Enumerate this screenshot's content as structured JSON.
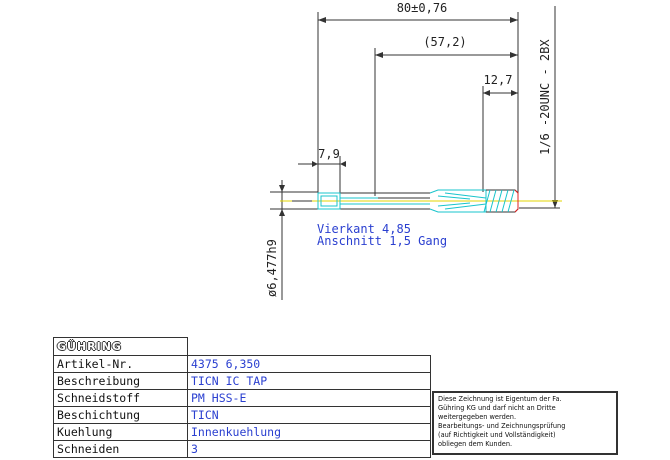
{
  "drawing": {
    "dimensions": {
      "overall_length": "80±0,76",
      "reference_length": "(57,2)",
      "thread_length": "12,7",
      "square_length": "7,9",
      "shank_diameter": "ø6,477h9",
      "thread_spec": "1/6  -20UNC - 2BX"
    },
    "notes": [
      "Vierkant 4,85",
      "Anschnitt 1,5 Gang"
    ]
  },
  "title_block": {
    "brand": "GÜHRING",
    "rows": [
      {
        "label": "Artikel-Nr.",
        "value": "4375 6,350"
      },
      {
        "label": "Beschreibung",
        "value": "TICN IC TAP"
      },
      {
        "label": "Schneidstoff",
        "value": "PM HSS-E"
      },
      {
        "label": "Beschichtung",
        "value": "TICN"
      },
      {
        "label": "Kuehlung",
        "value": "Innenkuehlung"
      },
      {
        "label": "Schneiden",
        "value": "3"
      }
    ]
  },
  "notice": {
    "lines": [
      "Diese Zeichnung ist Eigentum der Fa.",
      "Gühring KG und darf nicht an Dritte",
      "weitergegeben werden.",
      "Bearbeitungs- und Zeichnungsprüfung",
      "(auf Richtigkeit und Vollständigkeit)",
      "obliegen dem Kunden."
    ]
  },
  "colors": {
    "line": "#333333",
    "text_blue": "#2a3fd0",
    "part_cyan": "#19c4cc",
    "centerline_yellow": "#e3d400",
    "accent_red": "#e02020"
  }
}
